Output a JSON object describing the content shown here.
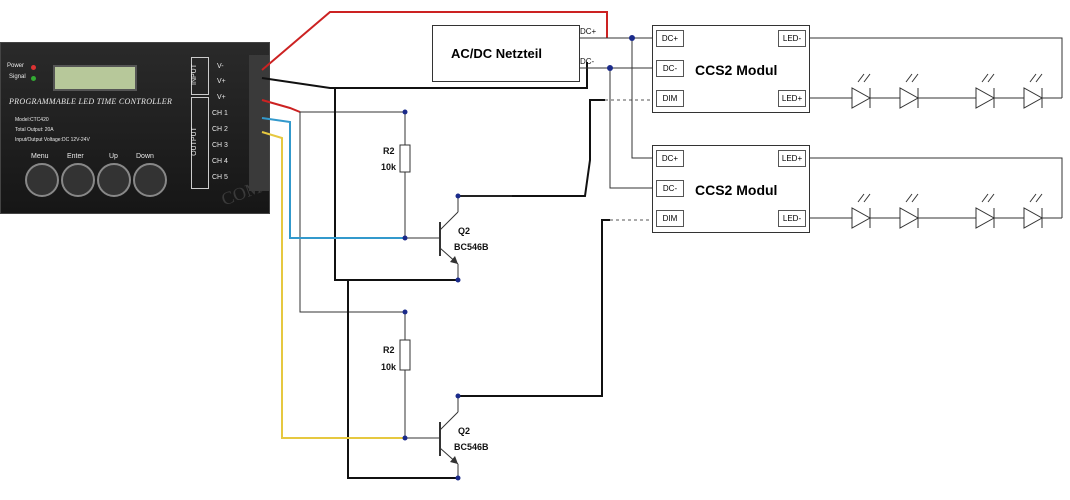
{
  "controller": {
    "title": "PROGRAMMABLE LED TIME CONTROLLER",
    "led_power": "Power",
    "led_signal": "Signal",
    "spec_model": "Model:CTC420",
    "spec_output": "Total Output: 20A",
    "spec_voltage": "Input/Output Voltage:DC 12V-24V",
    "buttons": [
      "Menu",
      "Enter",
      "Up",
      "Down"
    ],
    "input_label": "INPUT",
    "output_label": "OUTPUT",
    "terminals": [
      "V-",
      "V+",
      "V+",
      "CH 1",
      "CH 2",
      "CH 3",
      "CH 4",
      "CH 5"
    ],
    "watermark": "COM"
  },
  "psu": {
    "label": "AC/DC Netzteil",
    "pin_plus": "DC+",
    "pin_minus": "DC-"
  },
  "module1": {
    "label": "CCS2 Modul",
    "pins_left": [
      "DC+",
      "DC-",
      "DIM"
    ],
    "pins_right": [
      "LED-",
      "LED+"
    ]
  },
  "module2": {
    "label": "CCS2 Modul",
    "pins_left": [
      "DC+",
      "DC-",
      "DIM"
    ],
    "pins_right": [
      "LED+",
      "LED-"
    ]
  },
  "resistor1": {
    "name": "R2",
    "value": "10k"
  },
  "resistor2": {
    "name": "R2",
    "value": "10k"
  },
  "transistor1": {
    "name": "Q2",
    "part": "BC546B"
  },
  "transistor2": {
    "name": "Q2",
    "part": "BC546B"
  },
  "colors": {
    "red": "#cc2222",
    "blue": "#3399cc",
    "yellow": "#e6c840",
    "black": "#111111",
    "node": "#1a2a8a",
    "wire": "#333333"
  }
}
